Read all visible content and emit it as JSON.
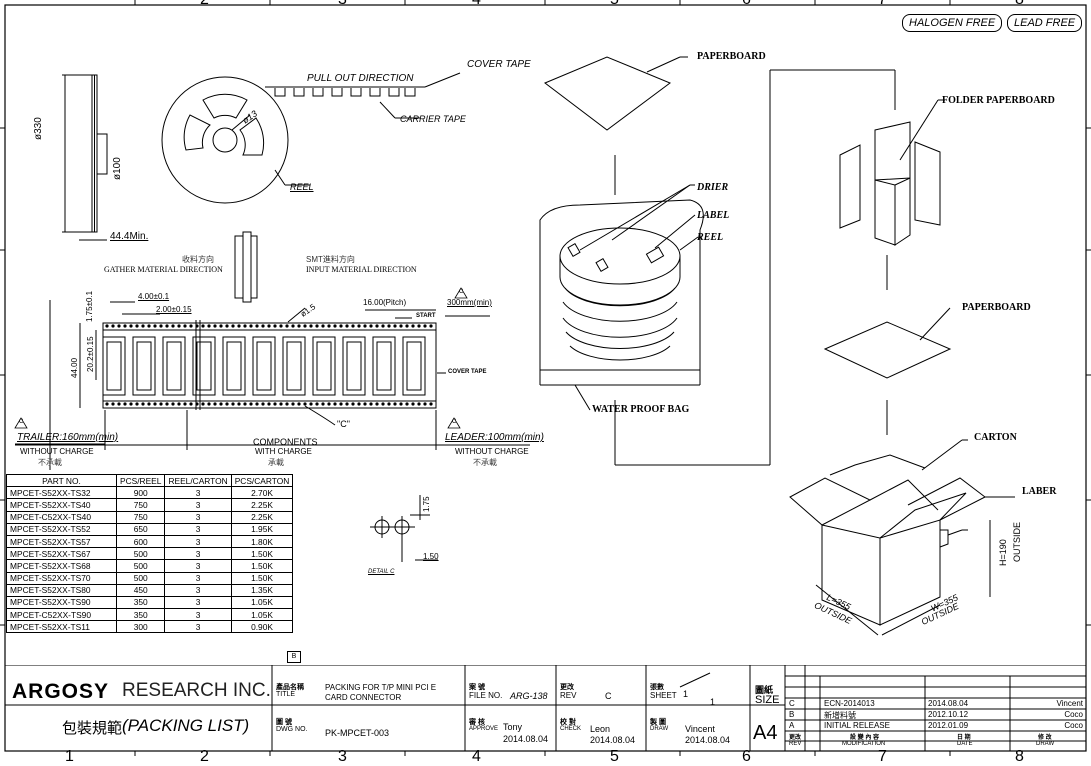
{
  "badges": [
    "HALOGEN FREE",
    "LEAD FREE"
  ],
  "grid_top": [
    "2",
    "3",
    "4",
    "5",
    "6",
    "7",
    "8"
  ],
  "grid_bottom": [
    "1",
    "2",
    "3",
    "4",
    "5",
    "6",
    "7",
    "8"
  ],
  "reel": {
    "pull_out": "PULL OUT DIRECTION",
    "cover_tape": "COVER TAPE",
    "carrier_tape": "CARRIER TAPE",
    "reel": "REEL",
    "dia_330": "ø330",
    "dia_100": "ø100",
    "dia_13": "ø13",
    "min_width": "44.4Min."
  },
  "tape": {
    "gather_cn": "收料方向",
    "gather": "GATHER MATERIAL DIRECTION",
    "smt_cn": "SMT進料方向",
    "input": "INPUT MATERIAL DIRECTION",
    "d_175": "1.75±0.1",
    "d_400": "4.00±0.1",
    "d_200": "2.00±0.15",
    "d_15": "ø1.5",
    "pitch": "16.00(Pitch)",
    "min300": "300mm(min)",
    "start": "START",
    "d_2020": "20.2±0.15",
    "d_44": "44.00",
    "cover": "COVER TAPE",
    "trailer": "TRAILER:160mm(min)",
    "trailer_note": "WITHOUT CHARGE",
    "trailer_cn": "不承載",
    "components": "COMPONENTS",
    "comp_note": "WITH CHARGE",
    "comp_cn": "承載",
    "leader": "LEADER:100mm(min)",
    "leader_note": "WITHOUT CHARGE",
    "leader_cn": "不承載",
    "c_mark": "\"C\"",
    "rev_c": "C"
  },
  "detail": {
    "d_175": "1.75",
    "d_150": "1.50",
    "label": "DETAIL C"
  },
  "bag": {
    "paperboard": "PAPERBOARD",
    "drier": "DRIER",
    "label": "LABEL",
    "reel": "REEL",
    "water": "WATER PROOF BAG"
  },
  "box": {
    "folder": "FOLDER PAPERBOARD",
    "paperboard": "PAPERBOARD",
    "carton": "CARTON",
    "laber": "LABER",
    "h": "H=190",
    "h_out": "OUTSIDE",
    "l": "L=355",
    "l_out": "OUTSIDE",
    "w": "W=355",
    "w_out": "OUTSIDE"
  },
  "parts": {
    "headers": [
      "PART NO.",
      "PCS/REEL",
      "REEL/CARTON",
      "PCS/CARTON"
    ],
    "rows": [
      [
        "MPCET-S52XX-TS32",
        "900",
        "3",
        "2.70K"
      ],
      [
        "MPCET-S52XX-TS40",
        "750",
        "3",
        "2.25K"
      ],
      [
        "MPCET-C52XX-TS40",
        "750",
        "3",
        "2.25K"
      ],
      [
        "MPCET-S52XX-TS52",
        "650",
        "3",
        "1.95K"
      ],
      [
        "MPCET-S52XX-TS57",
        "600",
        "3",
        "1.80K"
      ],
      [
        "MPCET-S52XX-TS67",
        "500",
        "3",
        "1.50K"
      ],
      [
        "MPCET-S52XX-TS68",
        "500",
        "3",
        "1.50K"
      ],
      [
        "MPCET-S52XX-TS70",
        "500",
        "3",
        "1.50K"
      ],
      [
        "MPCET-S52XX-TS80",
        "450",
        "3",
        "1.35K"
      ],
      [
        "MPCET-S52XX-TS90",
        "350",
        "3",
        "1.05K"
      ],
      [
        "MPCET-C52XX-TS90",
        "350",
        "3",
        "1.05K"
      ],
      [
        "MPCET-S52XX-TS11",
        "300",
        "3",
        "0.90K"
      ]
    ],
    "rev_mark": "B"
  },
  "titleblock": {
    "company": "ARGOSY",
    "company_rest": "RESEARCH INC.",
    "packing_cn": "包裝規範",
    "packing": "(PACKING LIST)",
    "title_cn": "產品名稱",
    "title_en": "TITLE",
    "title": "PACKING FOR T/P MINI PCI E",
    "title2": "CARD CONNECTOR",
    "file_cn": "案 號",
    "file_label": "FILE NO.",
    "file_no": "ARG-138",
    "rev_cn": "更改",
    "rev_label": "REV",
    "rev": "C",
    "sheet_cn": "張數",
    "sheet_label": "SHEET",
    "sheet_1": "1",
    "sheet_2": "1",
    "size_cn": "圖紙",
    "size_label": "SIZE",
    "size": "A4",
    "dwg_cn": "圖 號",
    "dwg_label": "DWG NO.",
    "dwg": "PK-MPCET-003",
    "approve_cn": "審 核",
    "approve_label": "APPROVE",
    "approve_name": "Tony",
    "approve_date": "2014.08.04",
    "check_cn": "校 對",
    "check_label": "CHECK",
    "check_name": "Leon",
    "check_date": "2014.08.04",
    "draw_cn": "製 圖",
    "draw_label": "DRAW",
    "draw_name": "Vincent",
    "draw_date": "2014.08.04",
    "revisions": [
      [
        "C",
        "ECN-2014013",
        "2014.08.04",
        "Vincent"
      ],
      [
        "B",
        "新增料號",
        "2012.10.12",
        "Coco"
      ],
      [
        "A",
        "INITIAL RELEASE",
        "2012.01.09",
        "Coco"
      ]
    ],
    "rev_head_cn": [
      "更改",
      "設 變 內 容",
      "日 期",
      "修 改"
    ],
    "rev_head": [
      "REV",
      "MODIFICATION",
      "DATE",
      "DRAW"
    ]
  }
}
